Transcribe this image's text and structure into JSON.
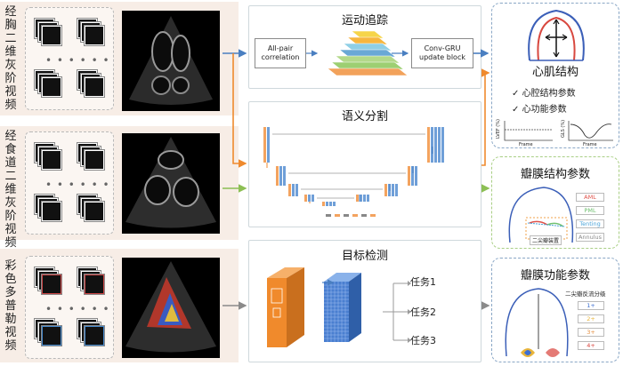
{
  "inputs": {
    "row1_label": [
      "经",
      "胸",
      "二",
      "维",
      "灰",
      "阶",
      "视",
      "频"
    ],
    "row2_label": [
      "经",
      "食",
      "道",
      "二",
      "维",
      "灰",
      "阶",
      "视",
      "频"
    ],
    "row3_label": [
      "彩",
      "色",
      "多",
      "普",
      "勒",
      "视",
      "频"
    ],
    "dots": "• • • • • •"
  },
  "motion": {
    "title": "运动追踪",
    "box1": "All-pair correlation",
    "box2": "Conv-GRU update block",
    "pyramid_colors": [
      "#f6d54a",
      "#f7b63f",
      "#8fcfe6",
      "#6aa8d6",
      "#b3d98a",
      "#9dcf72",
      "#f2a25b"
    ]
  },
  "segmentation": {
    "title": "语义分割",
    "orange": "#f3a35f",
    "blue": "#6f9fd8"
  },
  "detection": {
    "title": "目标检测",
    "tasks": [
      "任务1",
      "任务2",
      "任务3"
    ],
    "cube_orange": "#f08a2c",
    "cube_blue": "#4a7fd0"
  },
  "outputs": {
    "myocardium": {
      "title": "心肌结构",
      "items": [
        "心腔结构参数",
        "心功能参数"
      ],
      "check": "✓",
      "chart_left_ylabel": "LVEF (%)",
      "chart_right_ylabel": "GLS (%)",
      "chart_xlabel": "Frame"
    },
    "valve_structure": {
      "title": "瓣膜结构参数",
      "tags": [
        "AML",
        "PML",
        "Tenting",
        "Annulus"
      ],
      "tag_colors": [
        "#e0524a",
        "#6fc06f",
        "#4aa3d8",
        "#888888"
      ],
      "label": "二尖瓣装置"
    },
    "valve_function": {
      "title": "瓣膜功能参数",
      "label": "二尖瓣反流分级",
      "grades": [
        "1+",
        "2+",
        "3+",
        "4+"
      ],
      "grade_colors": [
        "#3d6fd1",
        "#e8b43a",
        "#e38a3a",
        "#d9413a"
      ]
    }
  },
  "colors": {
    "arrow_blue": "#4a7fc1",
    "arrow_orange": "#ef8a2e",
    "arrow_green": "#8cbf54",
    "arrow_grey": "#8a8a8a"
  }
}
